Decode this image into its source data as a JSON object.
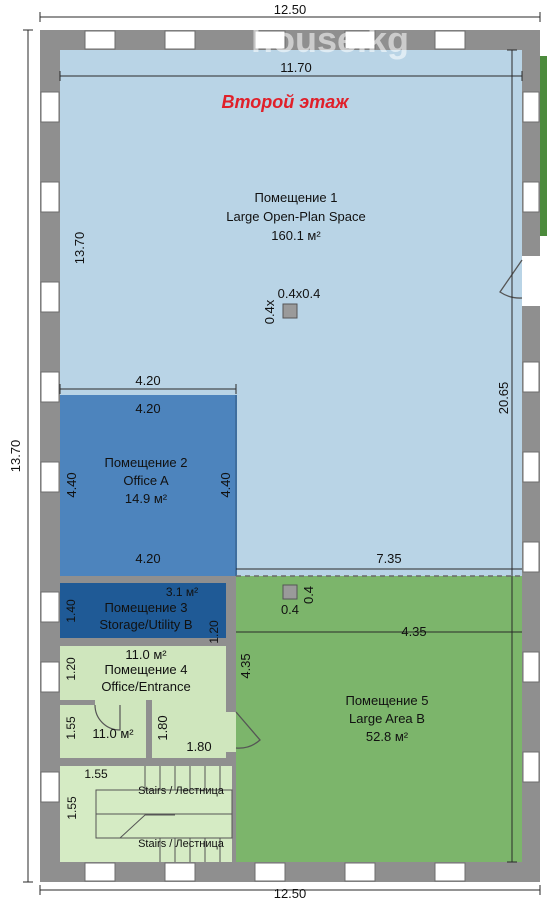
{
  "title": "Второй этаж",
  "watermark": "house.kg",
  "colors": {
    "wall": "#8f8f8f",
    "room1": "#b9d4e6",
    "room2": "#4d84bd",
    "room3": "#1f5a96",
    "room4": "#cfe6bd",
    "room5": "#7cb56b",
    "stairs": "#d5ebc4",
    "title": "#e0202a"
  },
  "rooms": {
    "room1": {
      "name": "Помещение 1",
      "type": "Large Open-Plan Space",
      "area": "160.1 м²"
    },
    "room2": {
      "name": "Помещение 2",
      "type": "Office A",
      "area": "14.9 м²"
    },
    "room3": {
      "name": "Помещение 3",
      "type": "Storage/Utility B",
      "area": "3.1 м²"
    },
    "room4": {
      "name": "Помещение 4",
      "type": "Office/Entrance",
      "area": "11.0 м²",
      "area2": "11.0 м²"
    },
    "room5": {
      "name": "Помещение 5",
      "type": "Large Area B",
      "area": "52.8 м²"
    },
    "stairs": {
      "label": "Stairs / Лестница"
    }
  },
  "columns": {
    "upper": {
      "w": "0.4x0.4",
      "h": "0.4x"
    },
    "lower": {
      "w": "0.4",
      "h": "0.4"
    }
  },
  "dims": {
    "top_outer": "12.50",
    "top_inner": "11.70",
    "bottom_outer": "12.50",
    "left_outer": "13.70",
    "left_inner": "13.70",
    "right_inner": "20.65",
    "r2_top_outer": "4.20",
    "r2_top": "4.20",
    "r2_bottom": "4.20",
    "r2_left": "4.40",
    "r2_right": "4.40",
    "r5_top": "7.35",
    "r5_inner": "4.35",
    "r3_left": "1.40",
    "r3_right": "1.20",
    "r4_left": "1.20",
    "r4_right": "4.35",
    "r4_small_left": "1.55",
    "r4_small_right": "1.80",
    "r4_small_bottom": "1.80",
    "stairs_top": "1.55",
    "stairs_left": "1.55"
  }
}
